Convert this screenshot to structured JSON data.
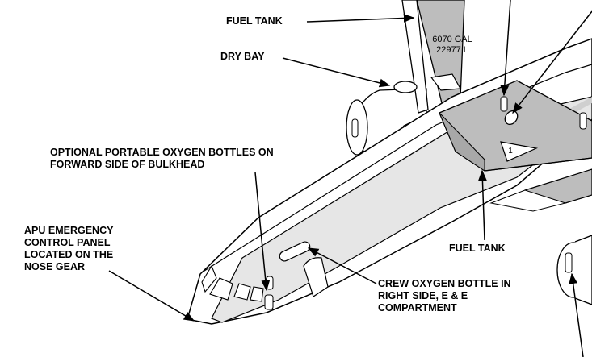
{
  "labels": {
    "fuel_tank_top": "FUEL TANK",
    "dry_bay": "DRY BAY",
    "capacity_gal": "6070 GAL",
    "capacity_l": "22977 L",
    "portable_oxygen": [
      "OPTIONAL PORTABLE OXYGEN BOTTLES ON",
      "FORWARD SIDE OF BULKHEAD"
    ],
    "apu_panel": [
      "APU EMERGENCY",
      "CONTROL PANEL",
      "LOCATED ON THE",
      "NOSE GEAR"
    ],
    "fuel_tank_center": "FUEL TANK",
    "crew_oxygen": [
      "CREW OXYGEN BOTTLE IN",
      "RIGHT SIDE, E & E",
      "COMPARTMENT"
    ],
    "marker_number": "1"
  },
  "colors": {
    "line": "#000000",
    "fuel_fill": "#bdbdbd",
    "floor_fill": "#e6e6e6",
    "background": "#ffffff"
  }
}
